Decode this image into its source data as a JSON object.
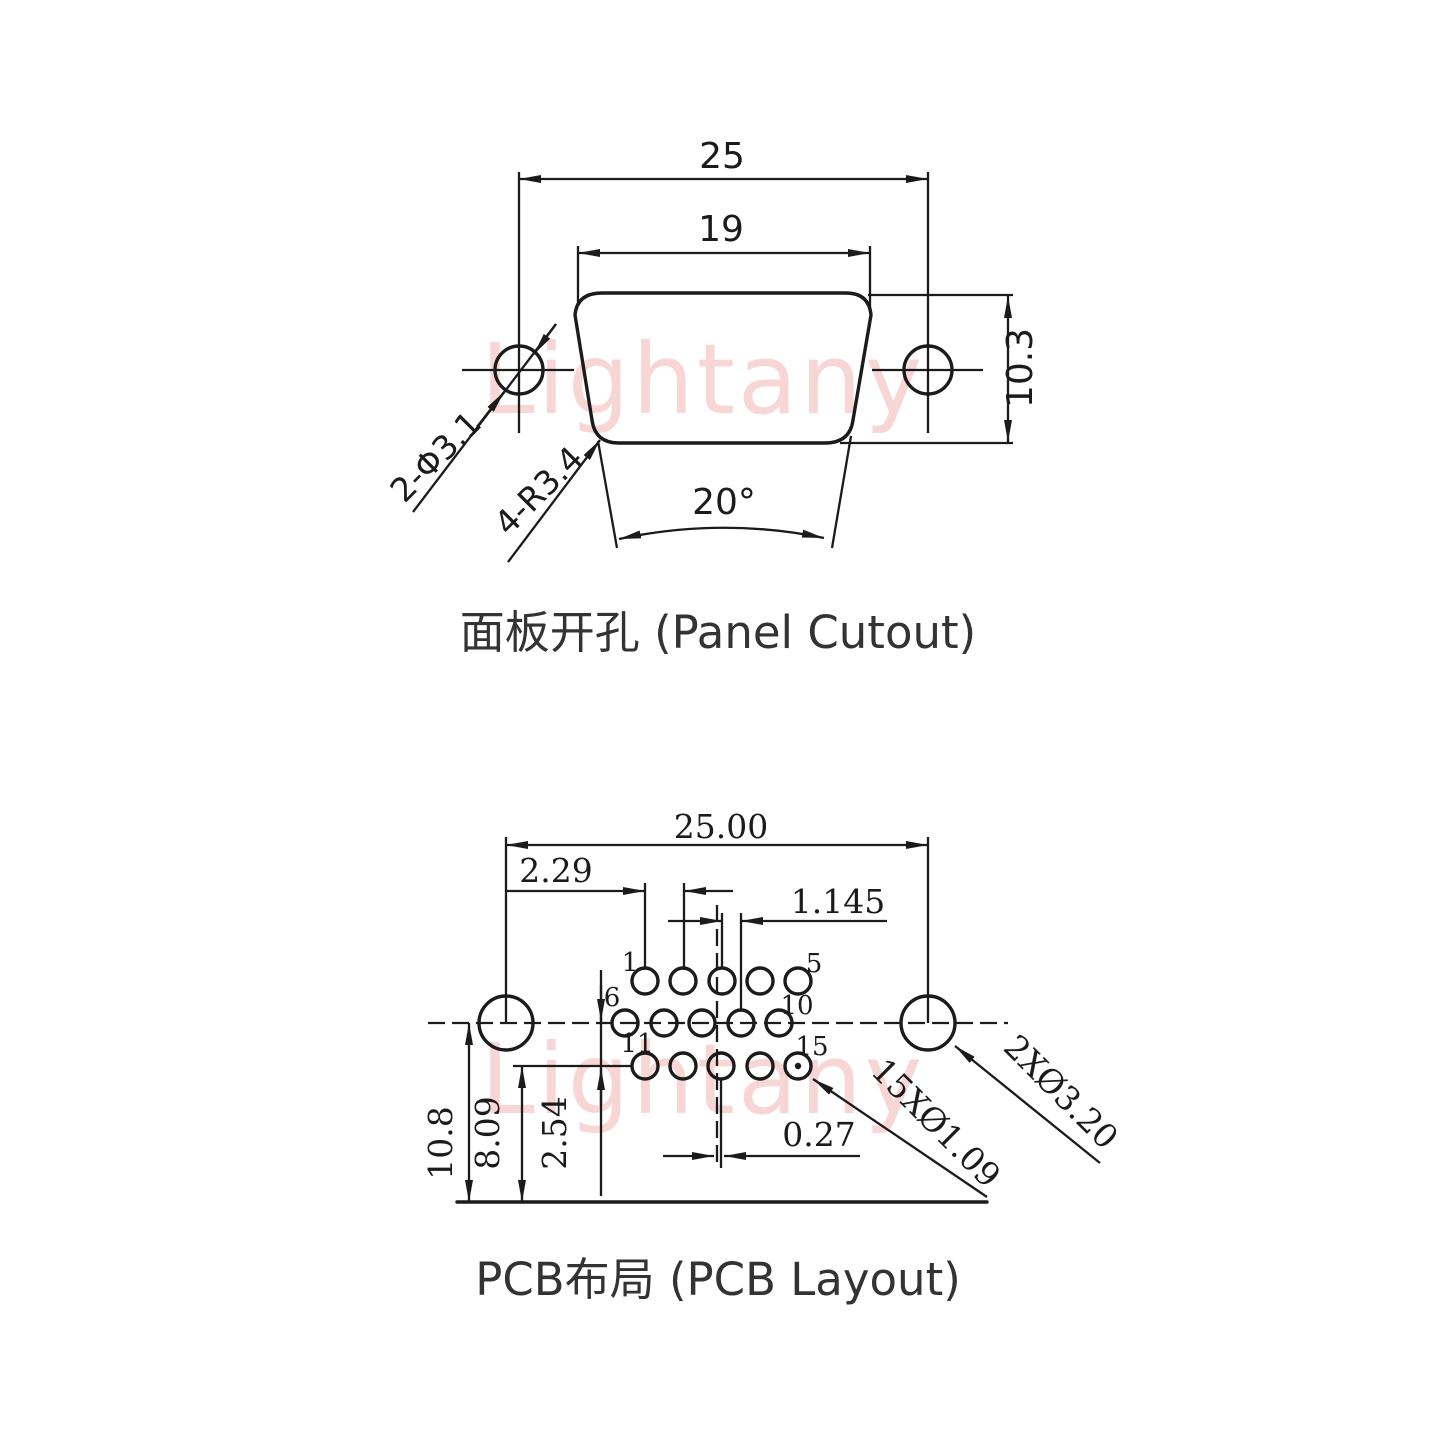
{
  "watermark": {
    "text": "Lightany"
  },
  "panel": {
    "title": "面板开孔 (Panel Cutout)",
    "dim_outer": "25",
    "dim_inner": "19",
    "dim_height": "10.3",
    "dim_holes": "2-Φ3.1",
    "dim_radius": "4-R3.4",
    "dim_angle": "20°"
  },
  "pcb": {
    "title": "PCB布局 (PCB Layout)",
    "dim_span": "25.00",
    "dim_pitch": "2.29",
    "dim_half_pitch": "1.145",
    "dim_offset": "0.27",
    "dim_total_height": "10.8",
    "dim_row_height": "8.09",
    "dim_row_gap": "2.54",
    "dim_pin_holes": "15XØ1.09",
    "dim_mount_holes": "2XØ3.20",
    "pins": {
      "p1": "1",
      "p5": "5",
      "p6": "6",
      "p10": "10",
      "p11": "11",
      "p15": "15"
    }
  }
}
